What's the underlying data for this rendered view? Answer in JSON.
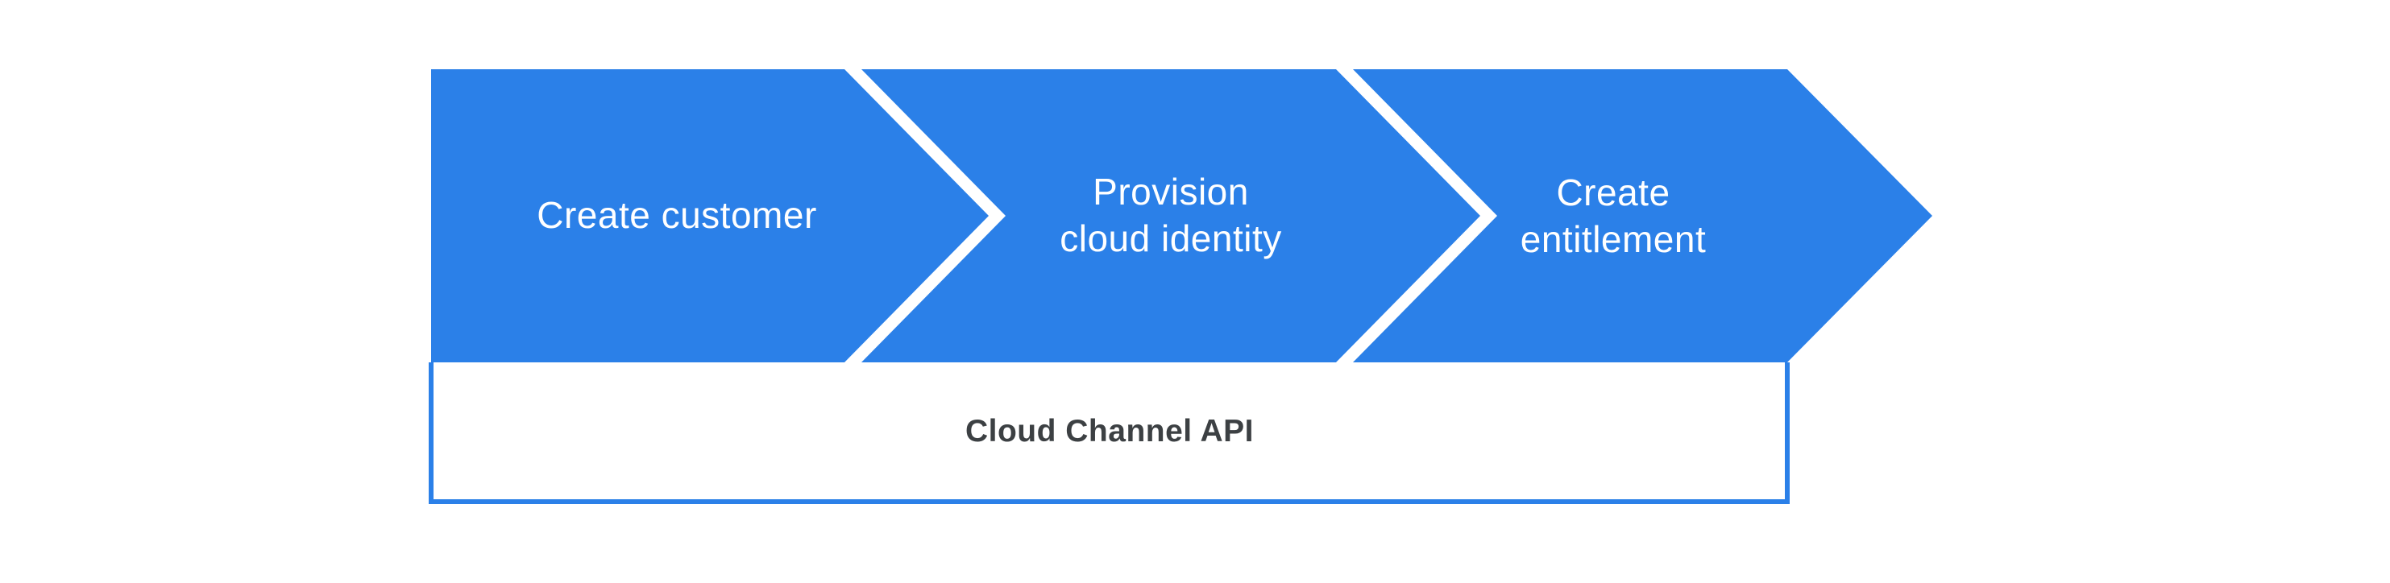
{
  "diagram": {
    "steps": [
      {
        "label": "Create customer"
      },
      {
        "label": "Provision\ncloud identity"
      },
      {
        "label": "Create\nentitlement"
      }
    ],
    "api_box": {
      "label": "Cloud Channel API"
    },
    "colors": {
      "chevron_blue": "#2b80e8",
      "step_text": "#ffffff",
      "api_text": "#3c4043",
      "background": "#ffffff"
    }
  }
}
